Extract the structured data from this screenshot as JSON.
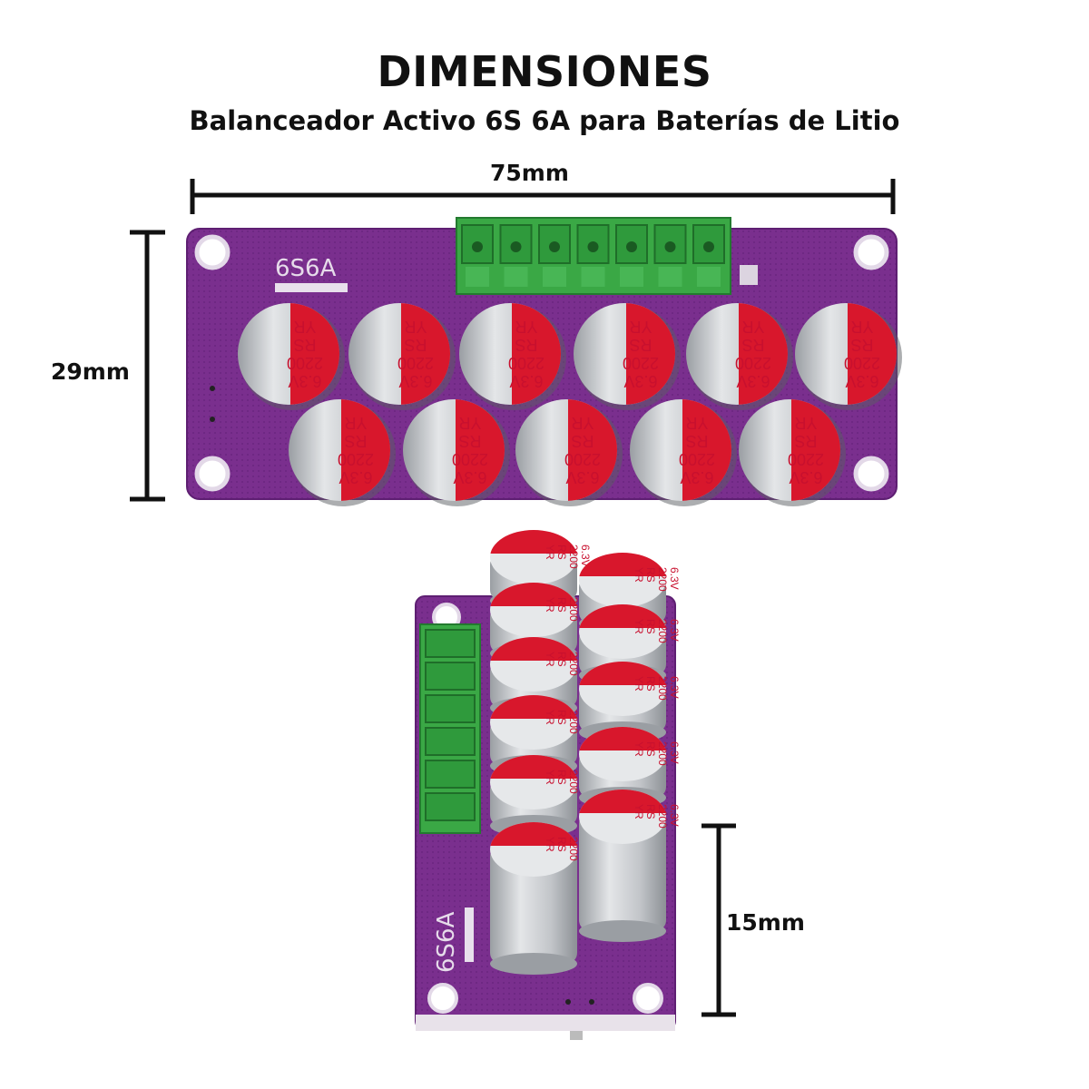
{
  "header": {
    "title": "DIMENSIONES",
    "subtitle": "Balanceador Activo 6S 6A para Baterías de Litio"
  },
  "dimensions": {
    "width": "75mm",
    "height": "29mm",
    "depth": "15mm"
  },
  "board": {
    "silkscreen": "6S6A",
    "connector_pins": 7,
    "color": "#7a2f8e"
  },
  "capacitor": {
    "brand": "YR",
    "series": "RS",
    "capacitance": "2200",
    "voltage": "6.3V",
    "top_color": "#d8172c",
    "body_color": "#c9ccd0"
  },
  "connector_color": "#3aa845"
}
